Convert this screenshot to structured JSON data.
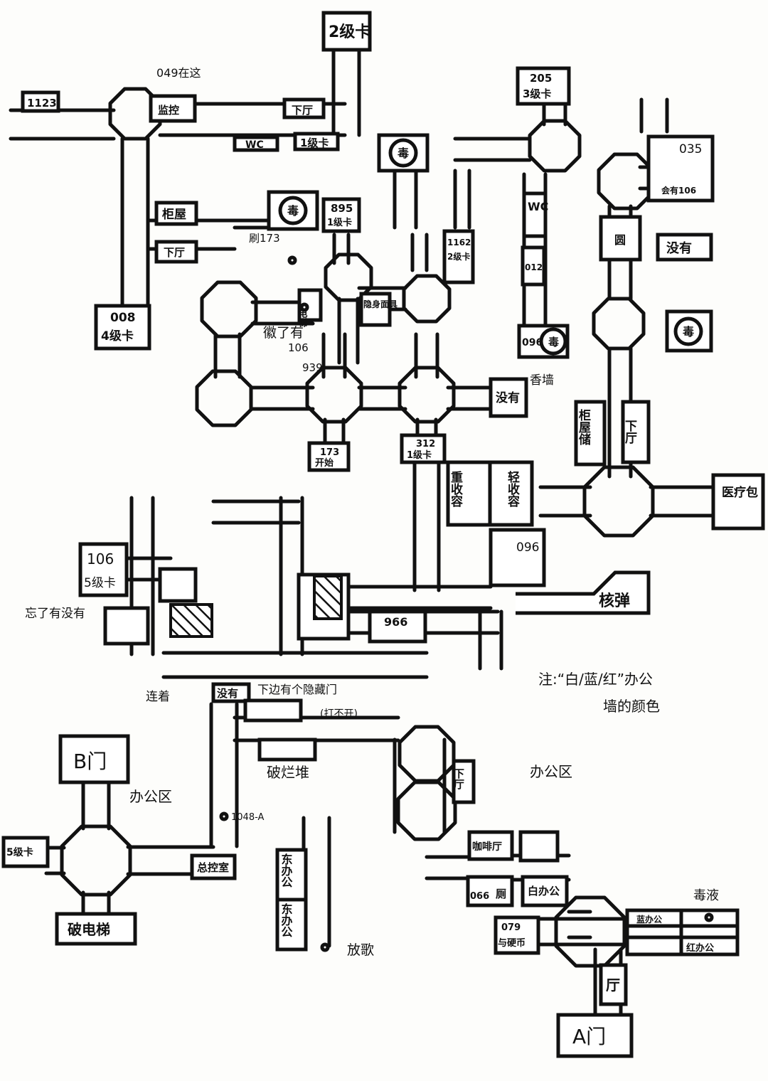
{
  "map": {
    "ink_color": "#111111",
    "paper_color": "#fdfdfb",
    "labels": {
      "card2_top": "2级卡",
      "scp1123": "1123",
      "scp049": "049在这",
      "monitor": "监控",
      "hall_top": "下厅",
      "wc_top": "WC",
      "card1_top": "1级卡",
      "cabinet_room": "柜屋",
      "hall_left": "下厅",
      "scp008": "008",
      "card4": "4级卡",
      "poison_a": "毒",
      "flush173": "刷173",
      "scp895": "895",
      "card1_895": "1级卡",
      "elevator": "电梯",
      "note_106_a": "徽了有",
      "note_106_b": "106",
      "scp939": "939",
      "mask": "隐身面具",
      "none_mid": "没有",
      "scp173": "173",
      "start": "开始",
      "scp312": "312",
      "card1_312": "1级卡",
      "poison_b": "毒",
      "scp1162": "1162",
      "card2_1162": "2级卡",
      "scp205": "205",
      "card3": "3级卡",
      "wc_right": "WC",
      "scp012": "012",
      "scp096_top": "096",
      "poison_c": "毒",
      "wall_note": "香墙",
      "scp035": "035",
      "will_106": "会有106",
      "round_room": "圆",
      "none_right": "没有",
      "poison_d": "毒",
      "cabinet_store": "柜屋储",
      "hall_right": "下厅",
      "heavy_containment": "重收容",
      "light_containment": "轻收容",
      "medkit": "医疗包",
      "scp096_mid": "096",
      "nuke": "核弹",
      "scp106": "106",
      "card5_106": "5级卡",
      "forgot": "忘了有没有",
      "scp966": "966",
      "connected": "连着",
      "none_low": "没有",
      "hidden_door": "下边有个隐藏门",
      "cannot_open": "(打不开)",
      "note_line1": "注:“白/蓝/红”办公",
      "note_line2": "墙的颜色",
      "gate_b": "B门",
      "office_area_left": "办公区",
      "office_area_right": "办公区",
      "rubble": "破烂堆",
      "scp1048a": "1048-A",
      "card5_left": "5级卡",
      "broken_elevator": "破电梯",
      "control_room": "总控室",
      "east_office_1": "东办公",
      "east_office_2": "东办公",
      "singing": "放歌",
      "hall_office": "下厅",
      "cafe": "咖啡厅",
      "scp066": "066",
      "toilet": "厕",
      "white_office": "白办公",
      "scp079": "079",
      "coin": "与硬币",
      "venom": "毒液",
      "blue_office": "蓝办公",
      "red_office": "红办公",
      "hall_bottom": "厅",
      "gate_a": "A门"
    }
  }
}
